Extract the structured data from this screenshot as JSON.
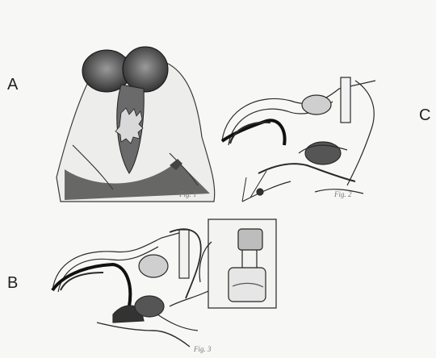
{
  "labels": {
    "a": "A",
    "b": "B",
    "c": "C"
  },
  "captions": {
    "fig_a": "Fig. 1",
    "fig_b": "Fig. 3",
    "fig_c": "Fig. 2"
  },
  "colors": {
    "ink": "#1e1e1e",
    "paper": "#f7f7f5",
    "shade": "#555555"
  }
}
